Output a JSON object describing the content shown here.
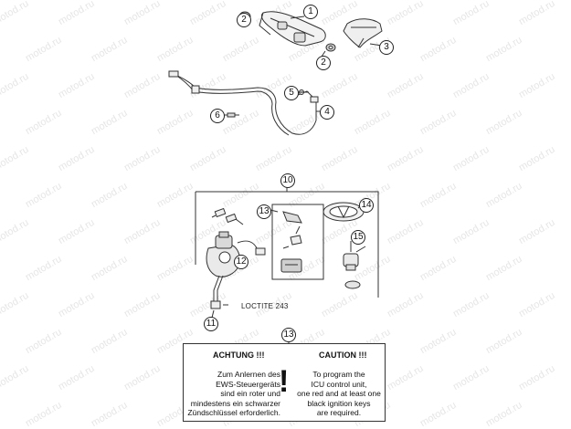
{
  "watermark": {
    "text": "motod.ru",
    "color": "#e6e6e6"
  },
  "callouts": [
    {
      "id": "c1",
      "label": "1"
    },
    {
      "id": "c2a",
      "label": "2"
    },
    {
      "id": "c2b",
      "label": "2"
    },
    {
      "id": "c3",
      "label": "3"
    },
    {
      "id": "c4",
      "label": "4"
    },
    {
      "id": "c5",
      "label": "5"
    },
    {
      "id": "c6",
      "label": "6"
    },
    {
      "id": "c10",
      "label": "10"
    },
    {
      "id": "c11",
      "label": "11"
    },
    {
      "id": "c12",
      "label": "12"
    },
    {
      "id": "c13a",
      "label": "13"
    },
    {
      "id": "c13b",
      "label": "13"
    },
    {
      "id": "c14",
      "label": "14"
    },
    {
      "id": "c15",
      "label": "15"
    }
  ],
  "loctite_label": "LOCTITE 243",
  "notice": {
    "de_heading": "ACHTUNG !!!",
    "de_text": "Zum Anlernen des\nEWS-Steuergeräts\nsind ein roter und\nmindestens ein schwarzer\nZündschlüssel erforderlich.",
    "mark": "!",
    "en_heading": "CAUTION !!!",
    "en_text": "To program the\nICU control unit,\none red and at least one\nblack ignition keys\nare required."
  }
}
